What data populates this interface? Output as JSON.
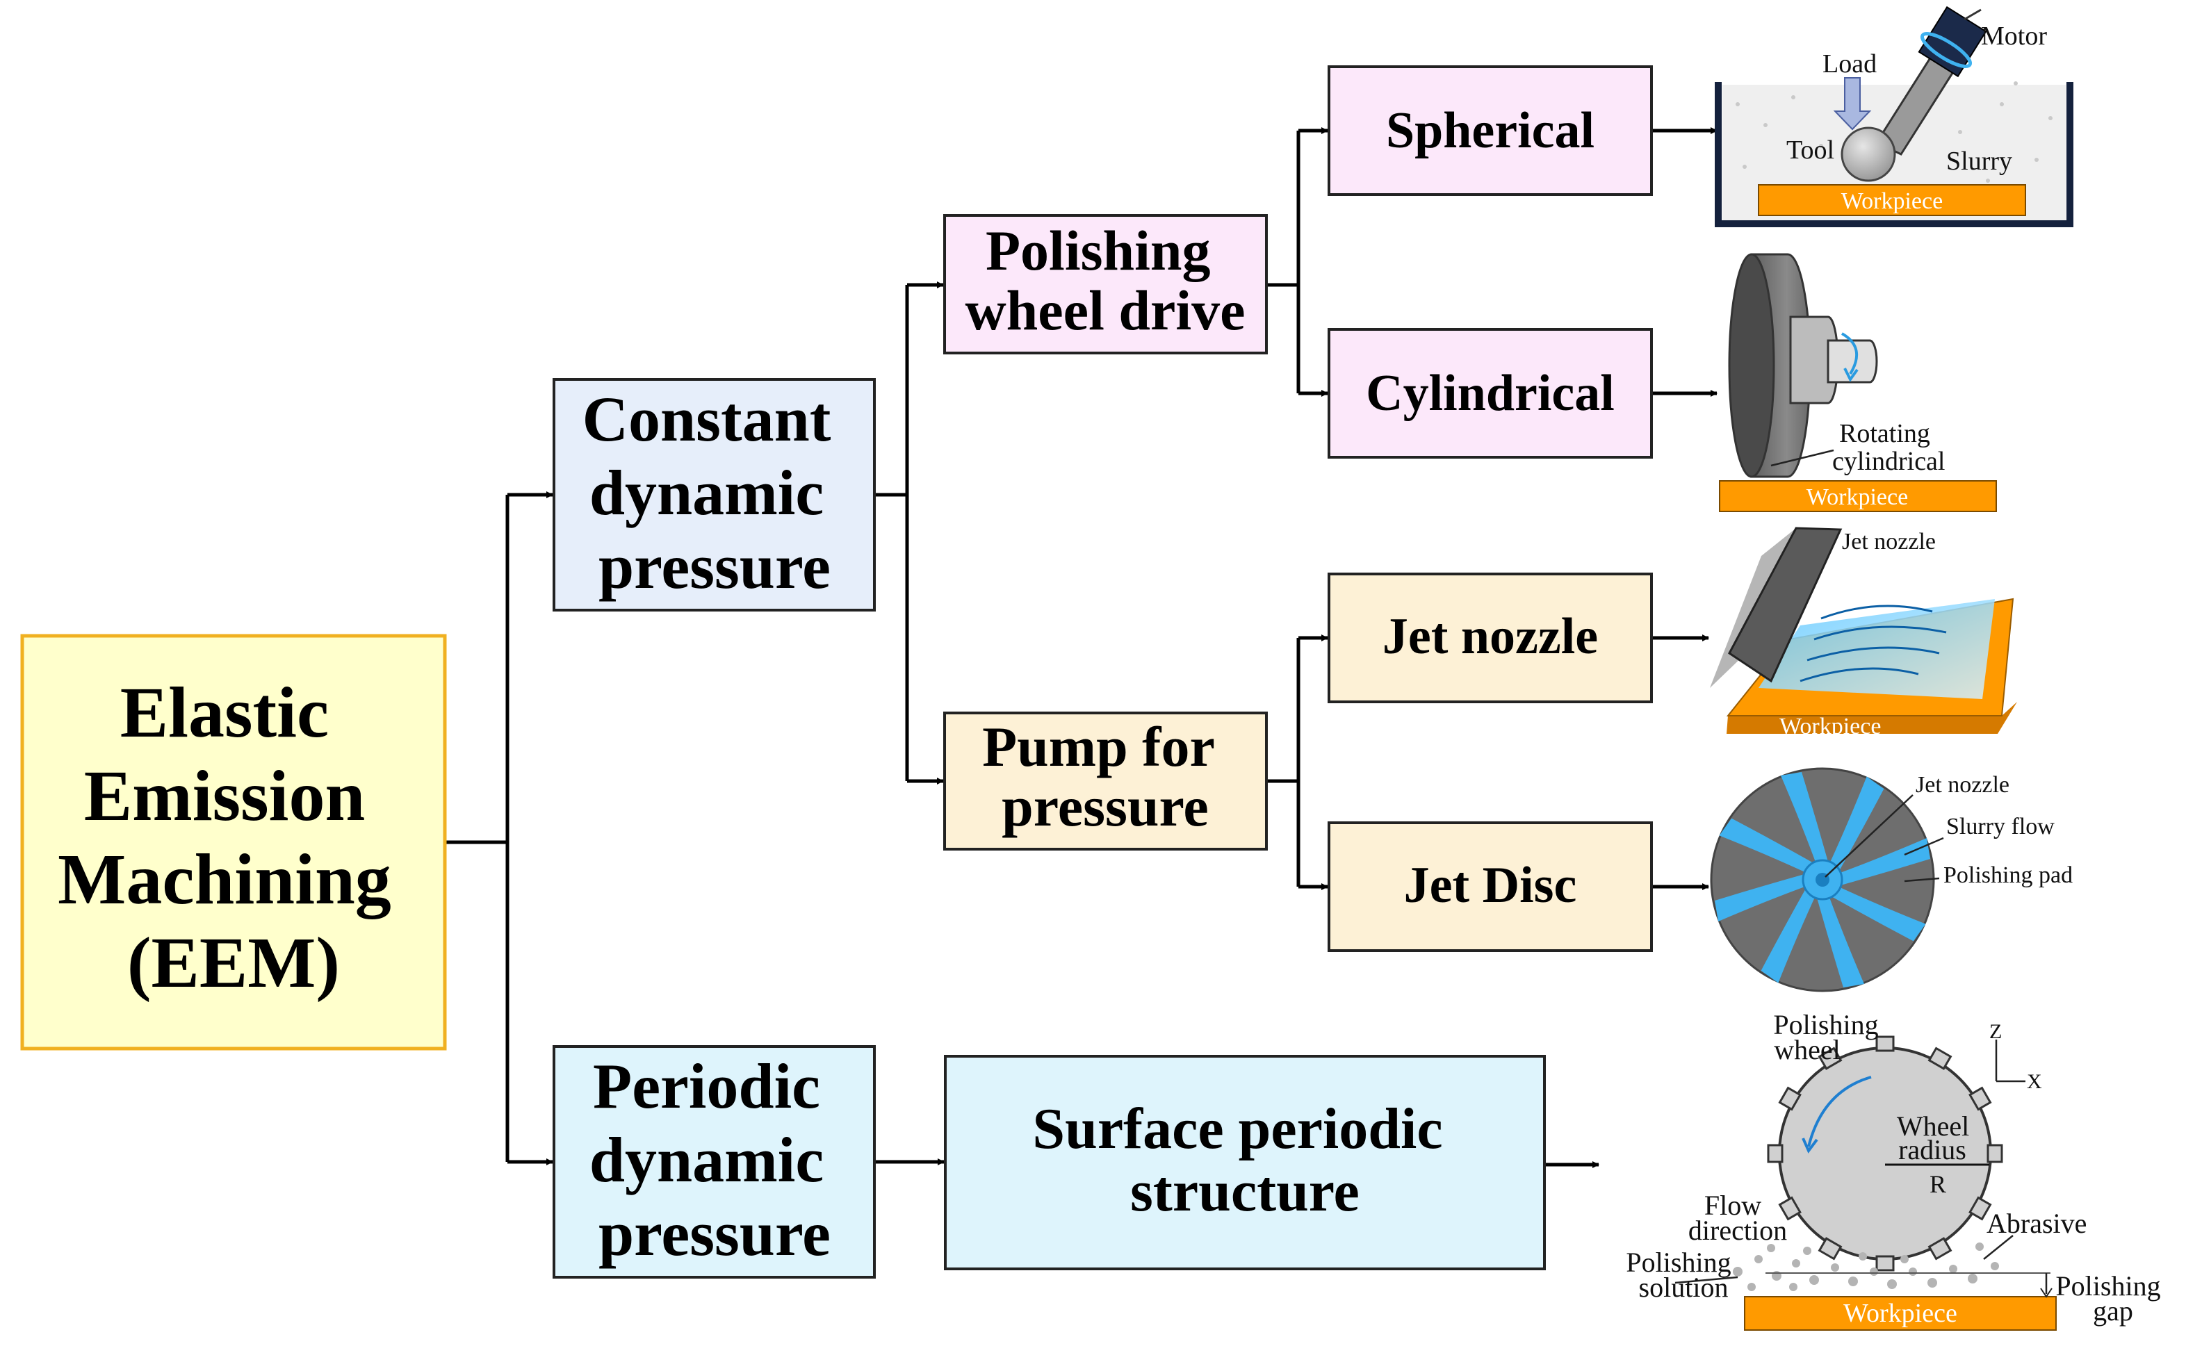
{
  "diagram": {
    "root": {
      "label": [
        "Elastic",
        "Emission",
        "Machining",
        "(EEM)"
      ],
      "fill": "#FFFFCC",
      "border": "#F0B020"
    },
    "constant": {
      "label": [
        "Constant",
        "dynamic",
        "pressure"
      ],
      "fill": "#E6EEFA"
    },
    "periodic": {
      "label": [
        "Periodic",
        "dynamic",
        "pressure"
      ],
      "fill": "#DEF4FC"
    },
    "wheel_drive": {
      "label": [
        "Polishing",
        "wheel drive"
      ],
      "fill": "#FCE8FA"
    },
    "pump": {
      "label": [
        "Pump for",
        "pressure"
      ],
      "fill": "#FDF1D6"
    },
    "spherical": {
      "label": "Spherical",
      "fill": "#FCE8FA"
    },
    "cylindrical": {
      "label": "Cylindrical",
      "fill": "#FCE8FA"
    },
    "jet_nozzle": {
      "label": "Jet nozzle",
      "fill": "#FDF1D6"
    },
    "jet_disc": {
      "label": "Jet Disc",
      "fill": "#FDF1D6"
    },
    "surface_periodic": {
      "label": [
        "Surface periodic",
        "structure"
      ],
      "fill": "#DEF4FC"
    }
  },
  "illustrations": {
    "spherical": {
      "motor": "Motor",
      "load": "Load",
      "tool": "Tool",
      "slurry": "Slurry",
      "workpiece": "Workpiece"
    },
    "cylindrical": {
      "rotating": [
        "Rotating",
        "cylindrical"
      ],
      "workpiece": "Workpiece"
    },
    "jet_nozzle": {
      "nozzle": "Jet nozzle",
      "workpiece": "Workpiece"
    },
    "jet_disc": {
      "nozzle": "Jet nozzle",
      "slurry_flow": "Slurry flow",
      "pad": "Polishing pad"
    },
    "periodic": {
      "wheel": [
        "Polishing",
        "wheel"
      ],
      "z": "Z",
      "x": "X",
      "radius": [
        "Wheel",
        "radius"
      ],
      "r": "R",
      "flow": [
        "Flow",
        "direction"
      ],
      "abrasive": "Abrasive",
      "solution": [
        "Polishing",
        "solution"
      ],
      "gap": [
        "Polishing",
        "gap"
      ],
      "workpiece": "Workpiece"
    }
  },
  "colors": {
    "workpiece": "#FF9A00",
    "flow_blue": "#3FB2F0",
    "disc_gray": "#6E6E6E",
    "tool_dark": "#1B2A4A"
  }
}
